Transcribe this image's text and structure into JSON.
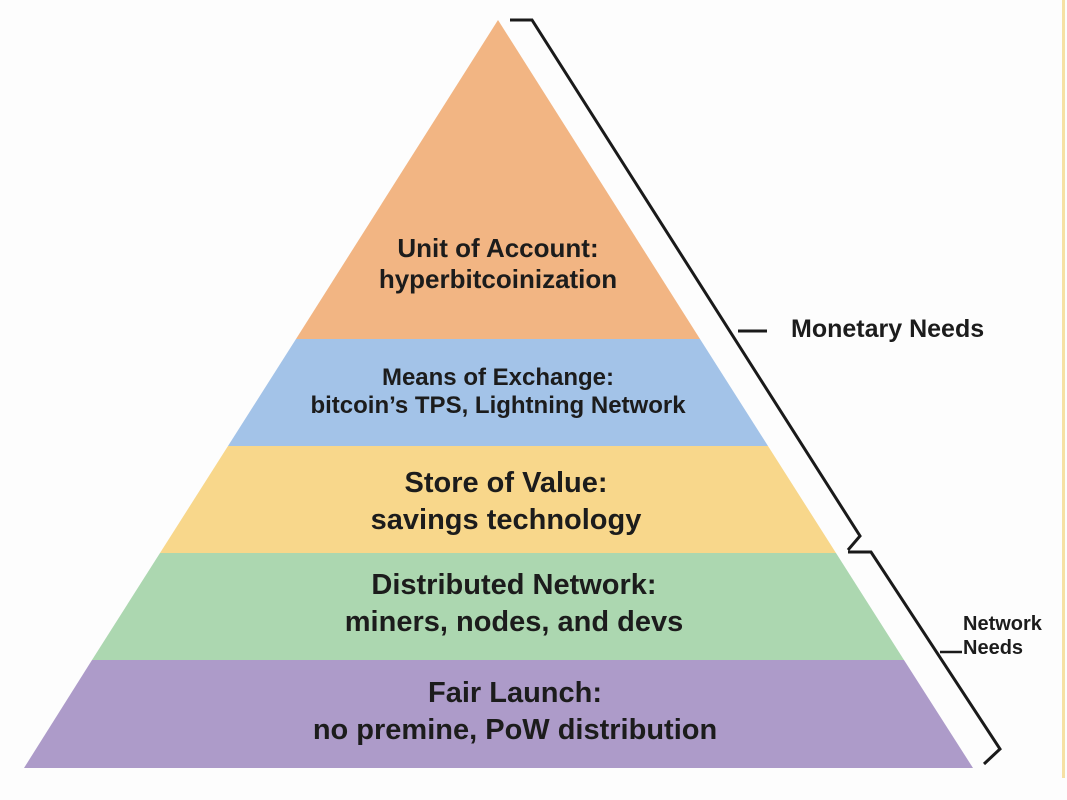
{
  "diagram": {
    "type": "pyramid",
    "layers": [
      {
        "title": "Unit of Account:",
        "subtitle": "hyperbitcoinization",
        "color": "#f2b583",
        "level": 5
      },
      {
        "title": "Means of Exchange:",
        "subtitle": "bitcoin’s TPS, Lightning Network",
        "color": "#a3c3e8",
        "level": 4
      },
      {
        "title": "Store of Value:",
        "subtitle": "savings technology",
        "color": "#f8d78b",
        "level": 3
      },
      {
        "title": "Distributed Network:",
        "subtitle": "miners, nodes, and devs",
        "color": "#acd7b0",
        "level": 2
      },
      {
        "title": "Fair Launch:",
        "subtitle": "no premine, PoW distribution",
        "color": "#ad9bc9",
        "level": 1
      }
    ],
    "brackets": [
      {
        "label": "Monetary Needs",
        "spans_layers": [
          "Unit of Account",
          "Means of Exchange",
          "Store of Value"
        ]
      },
      {
        "label_line1": "Network",
        "label_line2": "Needs",
        "spans_layers": [
          "Distributed Network",
          "Fair Launch"
        ]
      }
    ],
    "line_color": "#1a1a1a",
    "edge_accent_color": "#f6e1a4"
  }
}
